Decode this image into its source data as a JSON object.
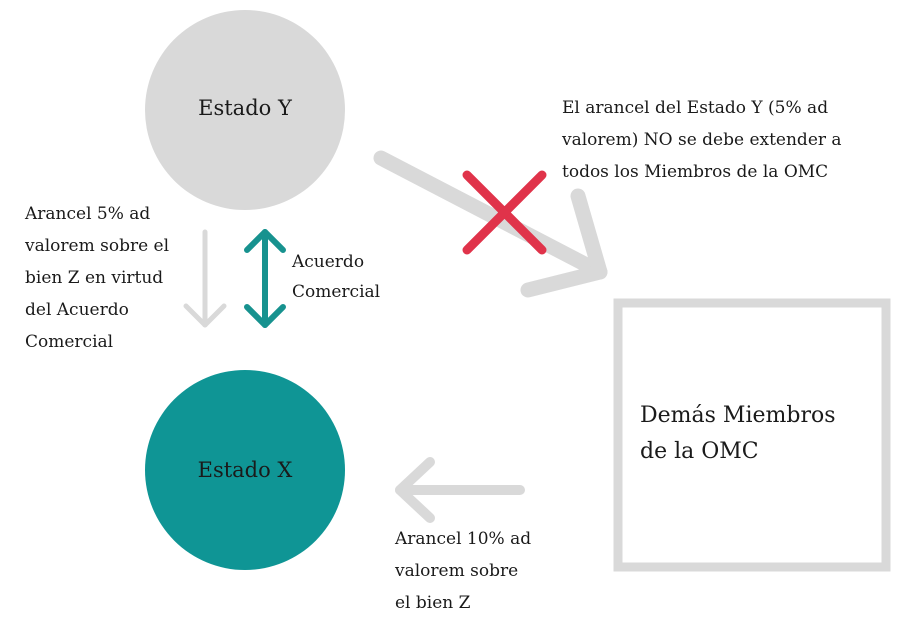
{
  "nodes": {
    "estado_y": {
      "label": "Estado Y",
      "color": "#d9d9d9"
    },
    "estado_x": {
      "label": "Estado X",
      "color": "#0f9595"
    },
    "otros": {
      "label": "Demás Miembros\nde la OMC",
      "border_color": "#d9d9d9"
    }
  },
  "labels": {
    "arancel_5": "Arancel 5% ad\nvalorem sobre el\nbien Z en virtud\ndel Acuerdo\nComercial",
    "acuerdo": "Acuerdo\nComercial",
    "no_extender": "El arancel del Estado Y (5% ad\nvalorem) NO se debe extender a\ntodos los Miembros de la OMC",
    "arancel_10": "Arancel 10% ad\nvalorem sobre\nel bien Z"
  },
  "colors": {
    "arrow_gray": "#d9d9d9",
    "arrow_teal": "#17928f",
    "cross_red": "#e0334a"
  }
}
